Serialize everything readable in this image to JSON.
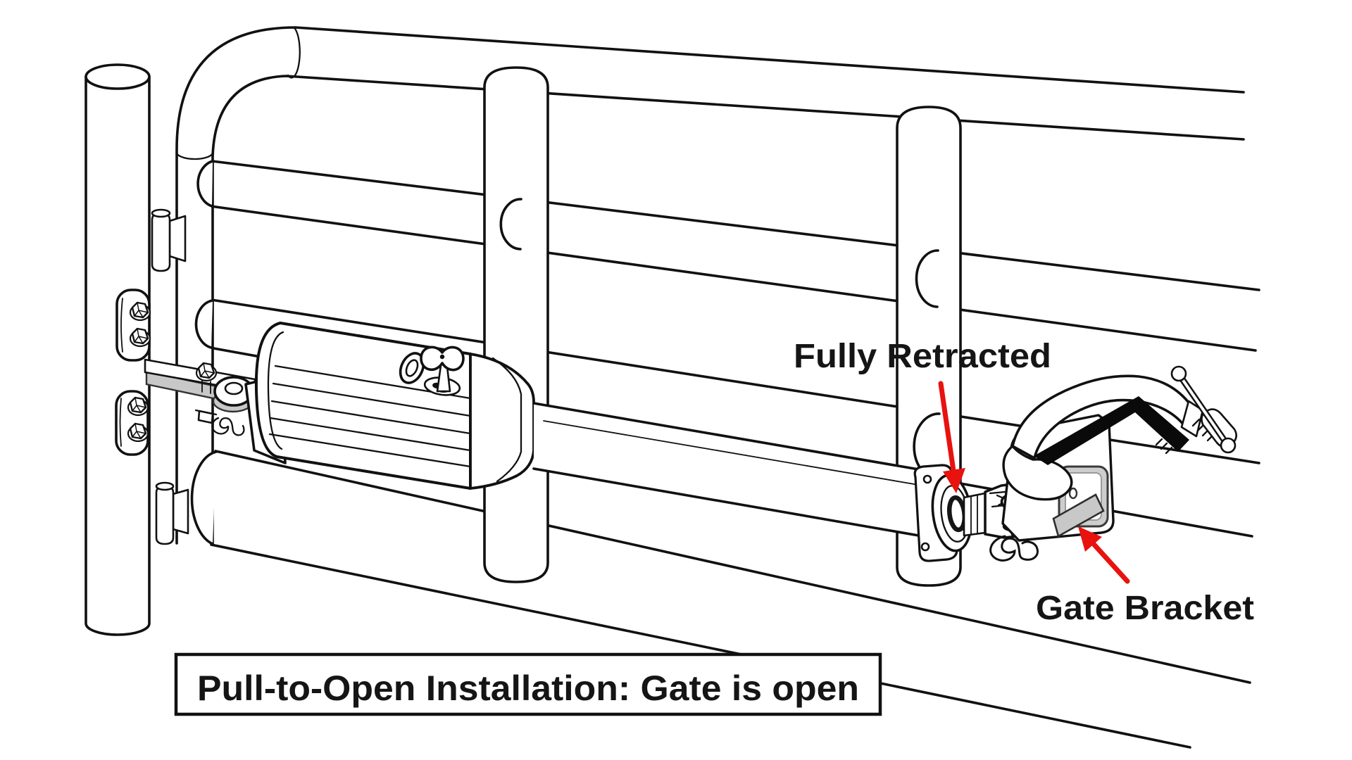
{
  "title_box": {
    "label": "Pull-to-Open Installation: Gate is open"
  },
  "callouts": {
    "fully_retracted": "Fully Retracted",
    "gate_bracket": "Gate Bracket"
  },
  "colors": {
    "arrow_red": "#e8120e",
    "line": "#111111",
    "bracket_gray": "#c8c8c8",
    "background": "#ffffff"
  }
}
